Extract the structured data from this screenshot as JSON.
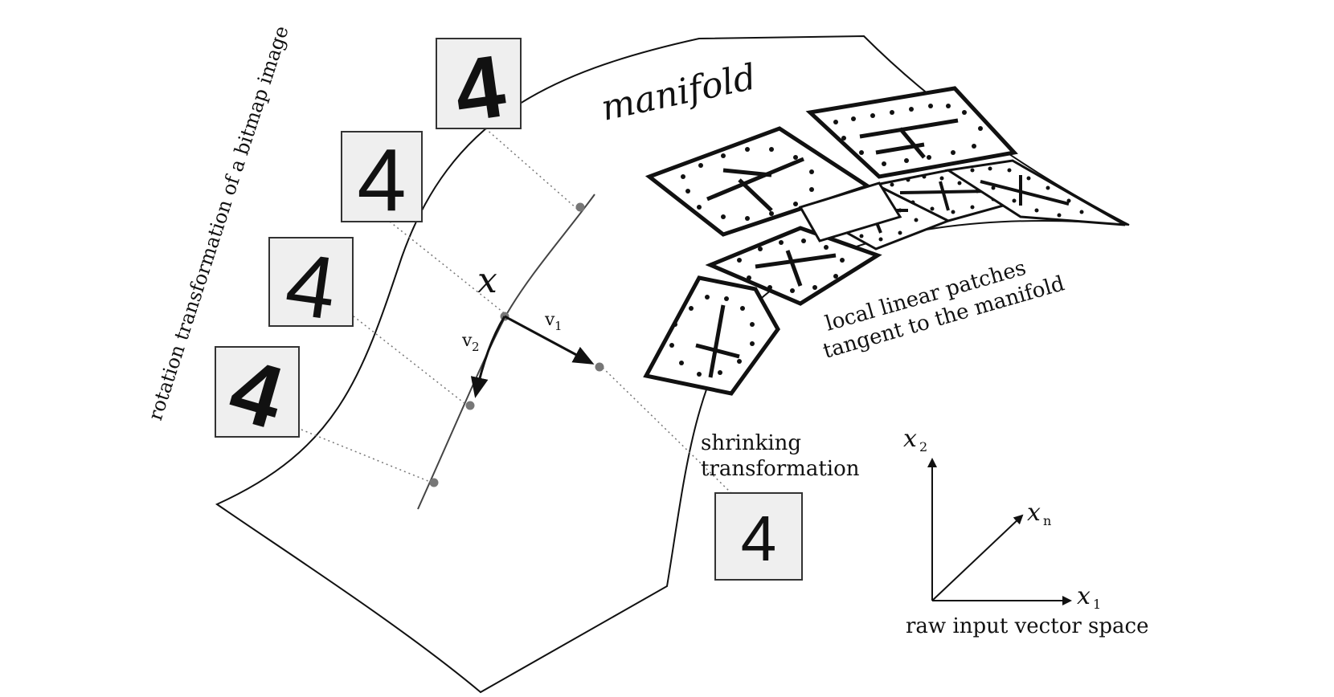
{
  "diagram": {
    "side_label": "rotation transformation of a bitmap image",
    "manifold_label": "manifold",
    "point_label": "x",
    "v1_label": "v",
    "v1_sub": "1",
    "v2_label": "v",
    "v2_sub": "2",
    "patches_label_line1": "local linear patches",
    "patches_label_line2": "tangent to the manifold",
    "shrink_label_line1": "shrinking",
    "shrink_label_line2": "transformation",
    "digit": "4",
    "axes": {
      "x2_label": "x",
      "x2_sub": "2",
      "xn_label": "x",
      "xn_sub": "n",
      "x1_label": "x",
      "x1_sub": "1",
      "caption": "raw input vector space"
    }
  }
}
